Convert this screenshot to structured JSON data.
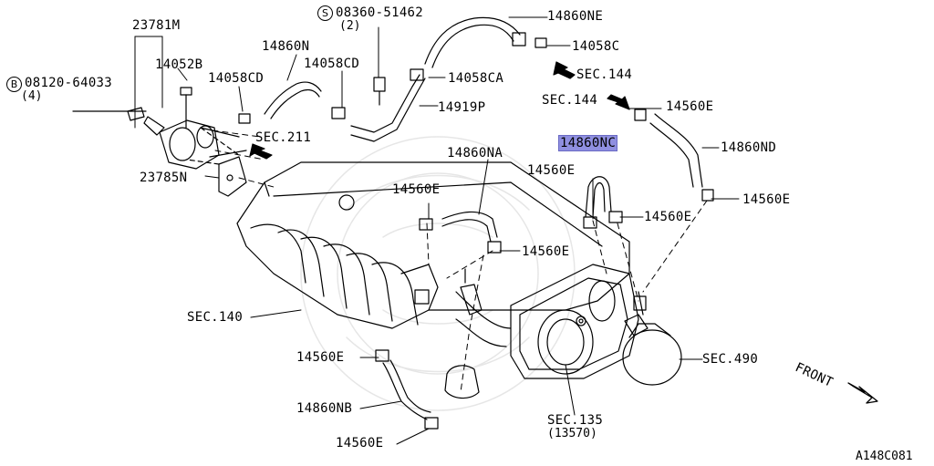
{
  "labels": {
    "p23781m": "23781M",
    "p14052b": "14052B",
    "p08120": "08120-64033",
    "p08120_qty": "(4)",
    "p08120_prefix": "B",
    "p14058cd_a": "14058CD",
    "p14860n": "14860N",
    "p14058cd_b": "14058CD",
    "p08360": "08360-51462",
    "p08360_qty": "(2)",
    "p08360_prefix": "S",
    "p14860ne": "14860NE",
    "p14058c": "14058C",
    "p14058ca": "14058CA",
    "sec144_a": "SEC.144",
    "p14919p": "14919P",
    "sec211": "SEC.211",
    "sec144_b": "SEC.144",
    "p14560e_tr": "14560E",
    "p14860nc": "14860NC",
    "p14860nd": "14860ND",
    "p23785n": "23785N",
    "p14860na": "14860NA",
    "p14560e_r1": "14560E",
    "p14560e_m": "14560E",
    "p14560e_r2": "14560E",
    "p14560e_r3": "14560E",
    "p14560e_m2": "14560E",
    "sec140": "SEC.140",
    "p14560e_l": "14560E",
    "sec490": "SEC.490",
    "front": "FRONT",
    "p14860nb": "14860NB",
    "sec135": "SEC.135",
    "sec135_sub": "(13570)",
    "p14560e_b": "14560E",
    "diagram_code": "A148C081"
  },
  "highlighted_part": "14860NC",
  "colors": {
    "highlight": "#8f8fe0",
    "line": "#000000"
  }
}
